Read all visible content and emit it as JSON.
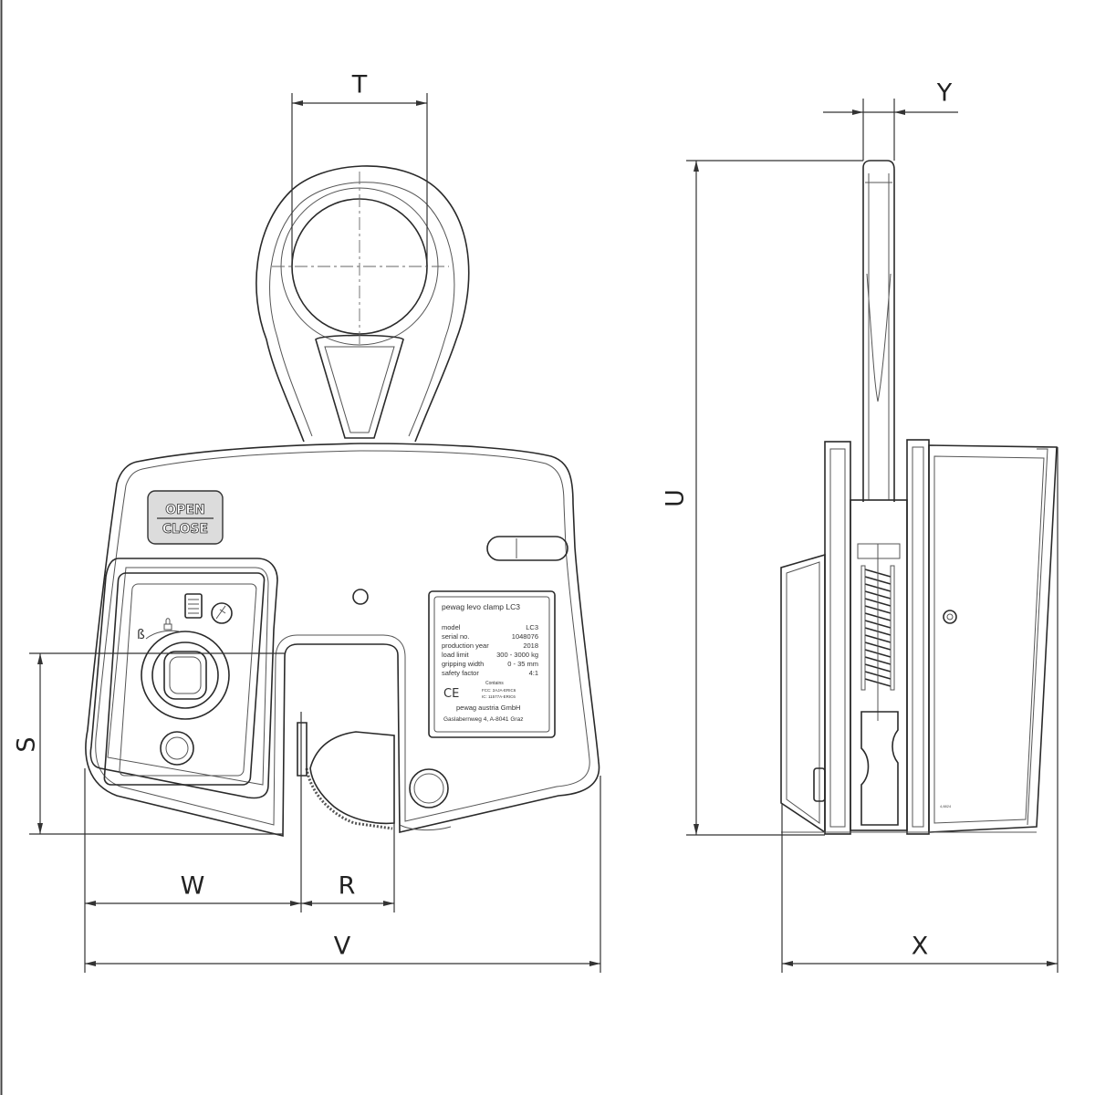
{
  "dimensions": {
    "T": "T",
    "Y": "Y",
    "U": "U",
    "S": "S",
    "W": "W",
    "R": "R",
    "V": "V",
    "X": "X"
  },
  "badge": {
    "open": "OPEN",
    "close": "CLOSE"
  },
  "nameplate": {
    "title": "pewag levo clamp LC3",
    "rows": [
      {
        "label": "model",
        "value": "LC3"
      },
      {
        "label": "serial no.",
        "value": "1048076"
      },
      {
        "label": "production year",
        "value": "2018"
      },
      {
        "label": "load limit",
        "value": "300 - 3000 kg"
      },
      {
        "label": "gripping width",
        "value": "0 - 35 mm"
      },
      {
        "label": "safety factor",
        "value": "4:1"
      }
    ],
    "ce": "CE",
    "contains": "Contains",
    "fcc": "FCC: 2AJA-ERIC6",
    "ic": "IC: 11577A-ERIC6",
    "company": "pewag austria GmbH",
    "address": "Gaslabernweg 4, A-8041 Graz"
  },
  "side_label": "4,8824"
}
